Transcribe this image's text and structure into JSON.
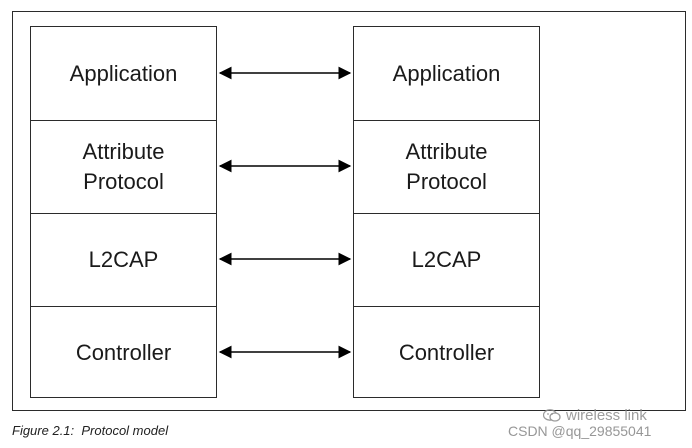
{
  "diagram": {
    "left_stack": [
      "Application",
      "Attribute\nProtocol",
      "L2CAP",
      "Controller"
    ],
    "right_stack": [
      "Application",
      "Attribute\nProtocol",
      "L2CAP",
      "Controller"
    ]
  },
  "caption": "Figure 2.1:  Protocol model",
  "watermark": {
    "brand": "wireless link",
    "id": "CSDN @qq_29855041",
    "brand_icon": "wechat-icon"
  }
}
